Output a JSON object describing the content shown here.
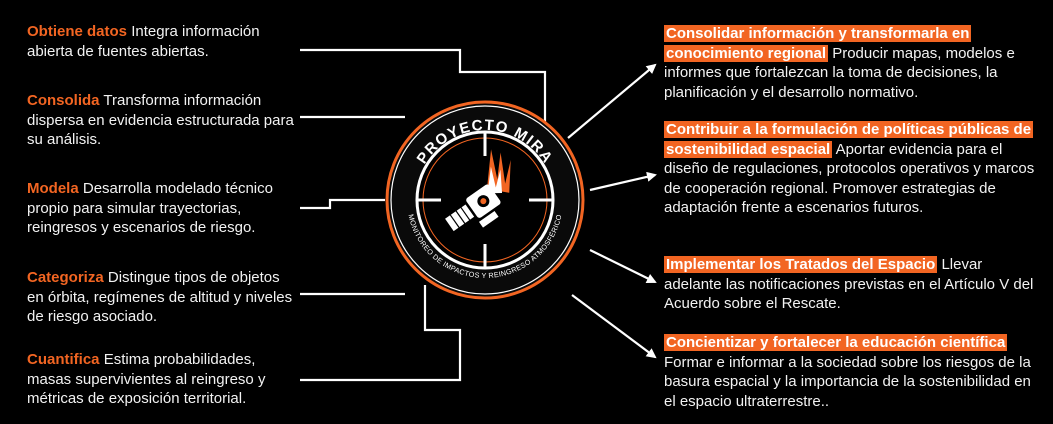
{
  "left_items": [
    {
      "heading": "Obtiene datos",
      "text": "Integra información abierta de fuentes abiertas."
    },
    {
      "heading": "Consolida",
      "text": "Transforma información dispersa en evidencia estructurada para su análisis."
    },
    {
      "heading": "Modela",
      "text": "Desarrolla modelado técnico propio para simular trayectorias, reingresos y escenarios de riesgo."
    },
    {
      "heading": "Categoriza",
      "text": "Distingue tipos de objetos en órbita, regímenes de altitud y niveles de riesgo asociado."
    },
    {
      "heading": "Cuantifica",
      "text": "Estima probabilidades, masas supervivientes al reingreso y métricas de exposición territorial."
    }
  ],
  "right_items": [
    {
      "heading": "Consolidar información y transformarla en conocimiento regional",
      "text": "Producir mapas, modelos e informes que fortalezcan la toma de decisiones, la planificación y el desarrollo normativo."
    },
    {
      "heading": "Contribuir a la formulación de políticas públicas de sostenibilidad espacial",
      "text": "Aportar evidencia para el diseño de regulaciones, protocolos operativos y marcos de cooperación regional. Promover estrategias de adaptación frente a escenarios futuros."
    },
    {
      "heading": "Implementar los Tratados del Espacio",
      "text": "Llevar adelante las notificaciones previstas en el Artículo V del Acuerdo sobre el Rescate."
    },
    {
      "heading": "Concientizar y fortalecer la educación científica",
      "text": "Formar e informar a la sociedad sobre los riesgos de la basura espacial y la importancia de la sostenibilidad en el espacio ultraterrestre.."
    }
  ],
  "emblem": {
    "title": "PROYECTO MIRA",
    "subtitle": "MONITOREO DE IMPACTOS Y REINGRESO ATMOSFÉRICO",
    "icon": "falling-satellite-icon"
  },
  "colors": {
    "accent": "#f26522",
    "background": "#000000",
    "text": "#f2f2f2"
  }
}
